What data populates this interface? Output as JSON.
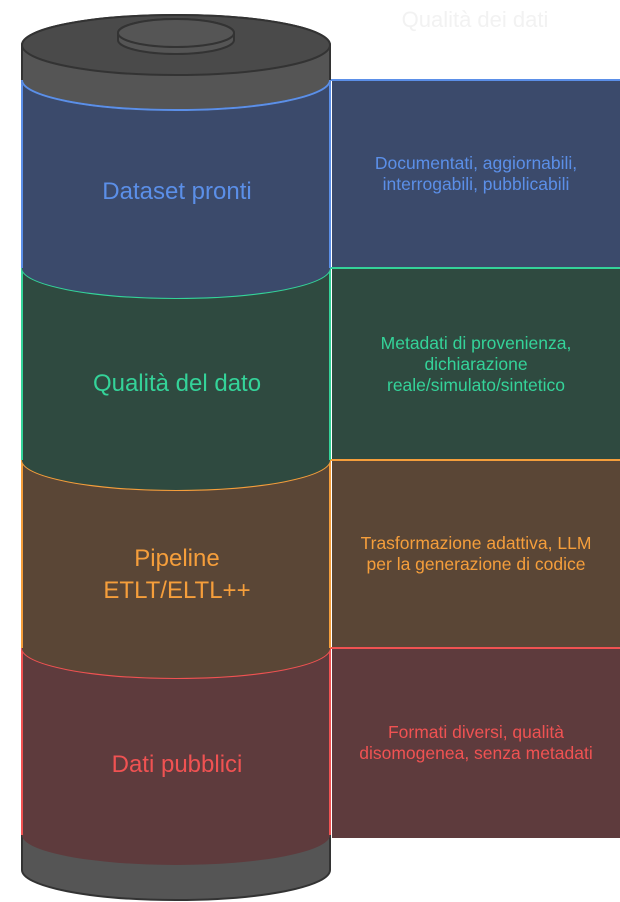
{
  "title": "Qualità dei dati",
  "layers": [
    {
      "label": "Dataset pronti",
      "description": "Documentati, aggiornabili, interrogabili, pubblicabili",
      "fill": "#3b4a6b",
      "accent": "#5b8fe8"
    },
    {
      "label": "Qualità del dato",
      "description": "Metadati di provenienza, dichiarazione reale/simulato/sintetico",
      "fill": "#2f4a40",
      "accent": "#34d399"
    },
    {
      "label": "Pipeline ETLT/ELTL++",
      "description": "Trasformazione adattiva, LLM per la generazione di codice",
      "fill": "#5a4636",
      "accent": "#f59e3b"
    },
    {
      "label": "Dati pubblici",
      "description": "Formati diversi, qualità disomogenea, senza metadati",
      "fill": "#5e3b3d",
      "accent": "#f05252"
    }
  ],
  "cap_color": "#555555",
  "cap_outline": "#333333"
}
